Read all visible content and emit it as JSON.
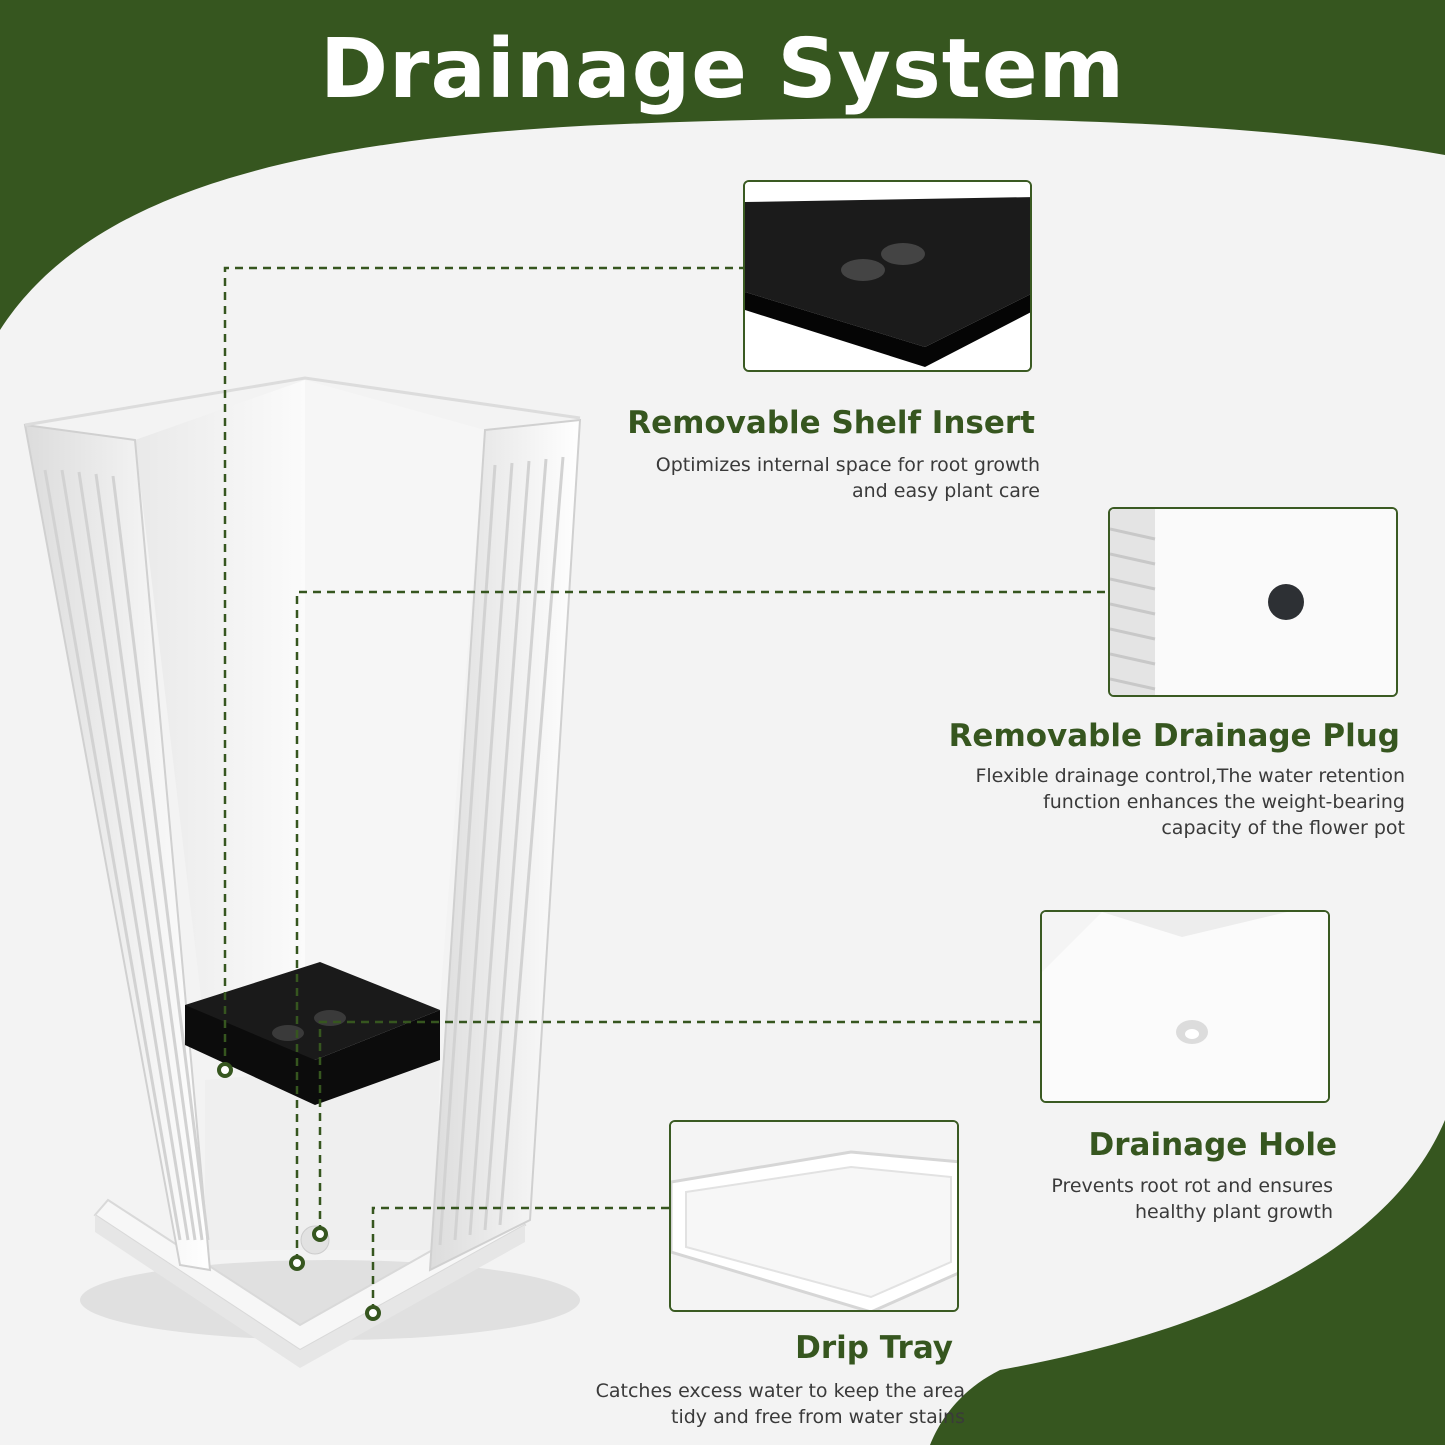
{
  "title": "Drainage System",
  "colors": {
    "brand_green": "#36561f",
    "background": "#f3f3f3",
    "panel_black": "#111111",
    "pot_white": "#ffffff"
  },
  "features": [
    {
      "title": "Removable Shelf Insert",
      "description_lines": [
        "Optimizes internal space for root growth",
        "and easy plant care"
      ]
    },
    {
      "title": "Removable Drainage Plug",
      "description_lines": [
        "Flexible drainage control,The water retention",
        "function enhances the weight-bearing",
        "capacity of the flower pot"
      ]
    },
    {
      "title": "Drainage Hole",
      "description_lines": [
        "Prevents root rot and ensures",
        "healthy plant growth"
      ]
    },
    {
      "title": "Drip Tray",
      "description_lines": [
        "Catches excess water to keep the area",
        "tidy and free from water stains"
      ]
    }
  ]
}
